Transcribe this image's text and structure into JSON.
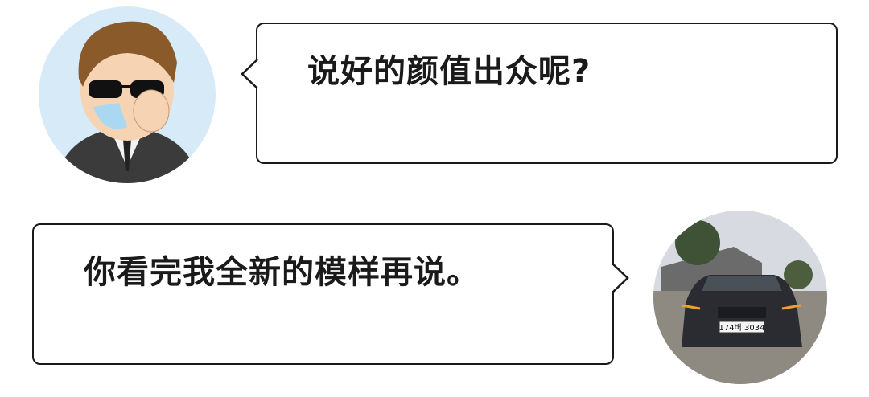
{
  "messages": [
    {
      "speaker": "man-avatar",
      "text": "说好的颜值出众呢?"
    },
    {
      "speaker": "car-avatar",
      "text": "你看完我全新的模样再说。"
    }
  ],
  "car_photo": {
    "plate": "174버 3034"
  },
  "colors": {
    "border": "#1a1a1a",
    "avatar_bg": "#d6eaf7"
  }
}
